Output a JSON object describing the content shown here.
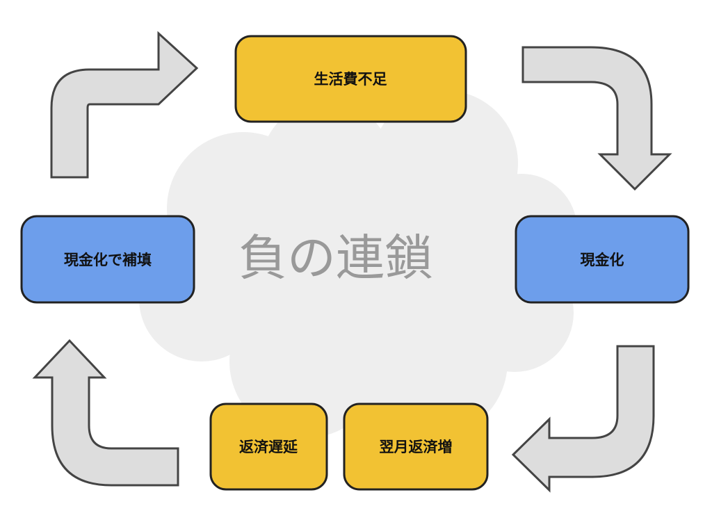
{
  "diagram": {
    "center_label": "負の連鎖",
    "nodes": {
      "shortage": "生活費不足",
      "cash_out": "現金化",
      "next_month": "翌月返済増",
      "delay": "返済遅延",
      "cover": "現金化で補填"
    },
    "colors": {
      "yellow": "#f2c233",
      "blue": "#6d9eeb",
      "arrow_fill": "#dddddd",
      "cloud": "#eeeeee"
    }
  }
}
